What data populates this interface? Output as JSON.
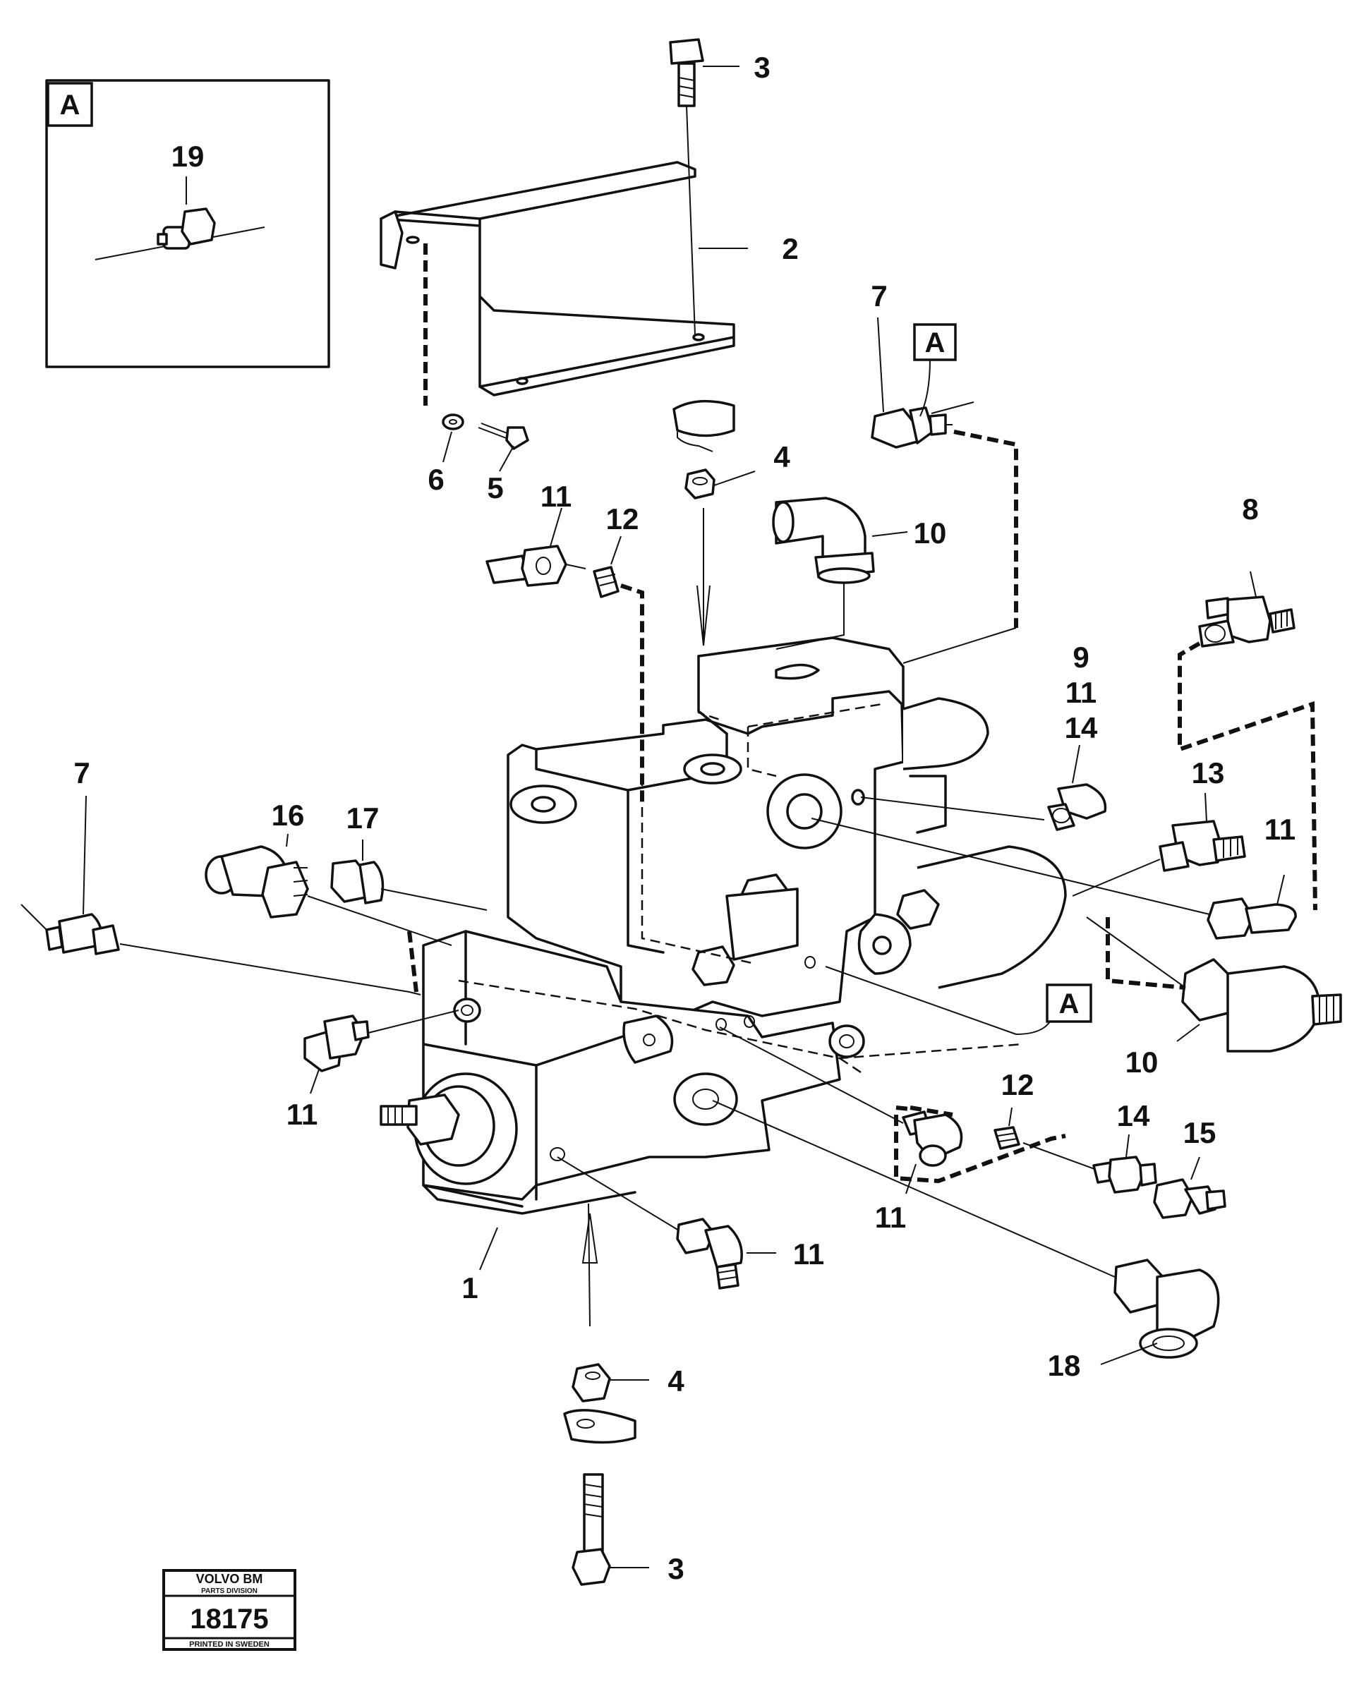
{
  "inset": {
    "ref_letter": "A",
    "part_number": "19"
  },
  "ref_markers": [
    "A",
    "A"
  ],
  "callouts": {
    "c1": "1",
    "c2": "2",
    "c3_top": "3",
    "c3_bottom": "3",
    "c4_top": "4",
    "c4_bottom": "4",
    "c5": "5",
    "c6": "6",
    "c7_top": "7",
    "c7_left": "7",
    "c8": "8",
    "c9": "9",
    "c11_stack": "11",
    "c14_stack": "14",
    "c10_top": "10",
    "c10_right": "10",
    "c11_a": "11",
    "c11_b": "11",
    "c11_c": "11",
    "c11_d": "11",
    "c11_e": "11",
    "c12_top": "12",
    "c12_bottom": "12",
    "c13": "13",
    "c14_bottom": "14",
    "c15": "15",
    "c16": "16",
    "c17": "17",
    "c18": "18"
  },
  "badge": {
    "brand": "VOLVO BM",
    "division": "PARTS DIVISION",
    "number": "18175",
    "footer": "PRINTED IN SWEDEN"
  }
}
